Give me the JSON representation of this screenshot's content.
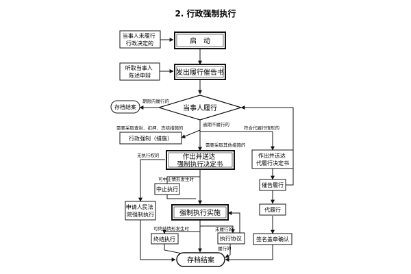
{
  "title": "2. 行政强制执行",
  "page_number": "",
  "nodes": {
    "not_perform": "当事人未履行行政决定的",
    "start": "启　动",
    "listen": "听取当事人陈述申辩",
    "notice": "发出履行催告书",
    "archive_top": "存档结案",
    "party_perform": "当事人履行",
    "coercive_measure": "行政强制（措施）",
    "decision": "作出并送达强制执行决定书",
    "substitute_decision": "作出并送达代履行决定书",
    "suspend": "中止执行",
    "urge_perform": "催告履行",
    "court": "申请人民法院强制执行",
    "enforce": "强制执行实施",
    "substitute_perform": "代履行",
    "terminate": "终结执行",
    "agreement": "执行协议",
    "sign_confirm": "签名盖章确认",
    "archive_bottom": "存档结案"
  },
  "edge_labels": {
    "perform_in_time": "期限内履行的",
    "overdue": "逾期不履行的",
    "need_seal": "需要采取查封、扣押、冻结措施的",
    "other_measures": "需要采取其他措施的",
    "meets_substitute": "符合代履行情形的",
    "no_authority": "无执行权的",
    "suspend_cond": "可中止情形发生时",
    "terminate_cond": "可终结情形发生时",
    "not_perform_agree": "未履行的",
    "performed": "履行的"
  }
}
